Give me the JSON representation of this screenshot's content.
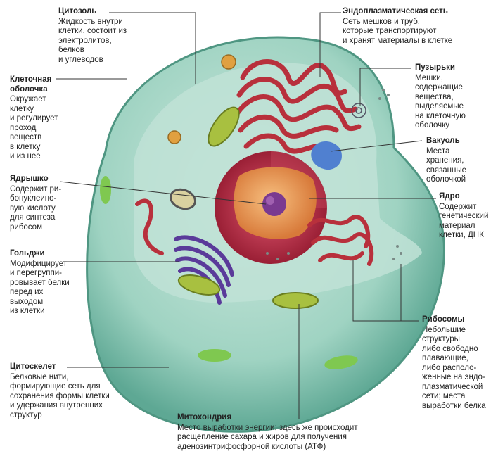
{
  "labels": {
    "cytosol": {
      "title": "Цитозоль",
      "desc": "Жидкость внутри\nклетки, состоит из\nэлектролитов,\nбелков\nи углеводов"
    },
    "membrane": {
      "title": "Клеточная\nоболочка",
      "desc": "Окружает\nклетку\nи регулирует\nпроход\nвеществ\nв клетку\nи из нее"
    },
    "nucleolus": {
      "title": "Ядрышко",
      "desc": "Содержит ри-\nбонуклеино-\nвую кислоту\nдля синтеза\nрибосом"
    },
    "golgi": {
      "title": "Гольджи",
      "desc": "Модифицирует\nи перегруппи-\nровывает белки\nперед их\nвыходом\nиз клетки"
    },
    "cytoskeleton": {
      "title": "Цитоскелет",
      "desc": "Белковые нити,\nформирующие сеть для\nсохранения формы клетки\nи удержания внутренних\nструктур"
    },
    "er": {
      "title": "Эндоплазматическая сеть",
      "desc": "Сеть мешков и труб,\nкоторые транспортируют\nи хранят материалы в клетке"
    },
    "vesicles": {
      "title": "Пузырьки",
      "desc": "Мешки,\nсодержащие\nвещества,\nвыделяемые\nна клеточную\nоболочку"
    },
    "vacuole": {
      "title": "Вакуоль",
      "desc": "Места\nхранения,\nсвязанные\nоболочкой"
    },
    "nucleus": {
      "title": "Ядро",
      "desc": "Содержит\nгенетический\nматериал\nклетки, ДНК"
    },
    "ribosomes": {
      "title": "Рибосомы",
      "desc": "Небольшие\nструктуры,\nлибо свободно\nплавающие,\nлибо располо-\nженные на эндо-\nплазматической\nсети; места\nвыработки белка"
    },
    "mitochondria": {
      "title": "Митохондрия",
      "desc": "Место выработки энергии; здесь же происходит\nрасщепление сахара и жиров для получения\nаденозинтрифосфорной кислоты (АТФ)"
    }
  },
  "colors": {
    "cytoplasm": "#8fc9b8",
    "membrane": "#5aa692",
    "nucleus_outer": "#c0344a",
    "nucleus_inner": "#f0a060",
    "er": "#b8303c",
    "golgi": "#5a3a9a",
    "mitochondria": "#a8c040",
    "vacuole": "#5080d0",
    "leader": "#333333"
  }
}
